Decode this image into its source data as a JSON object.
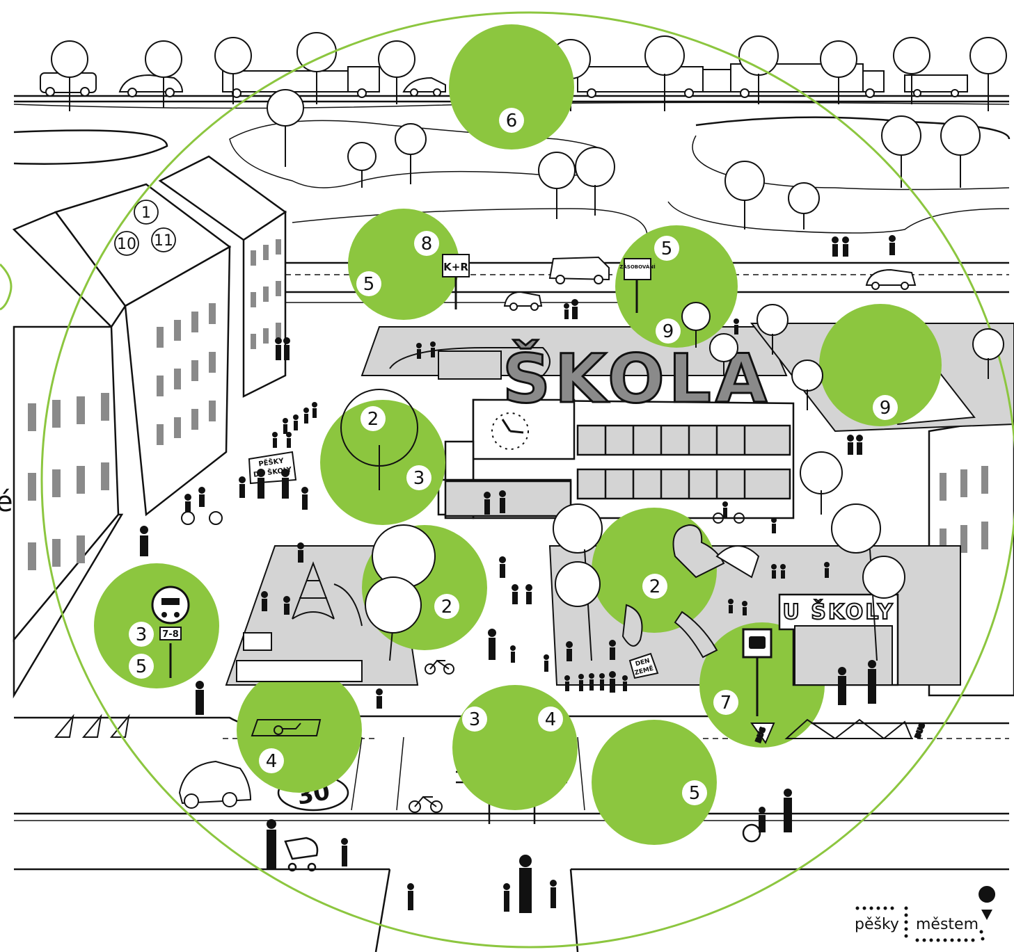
{
  "zones": [
    {
      "label": "6"
    },
    {
      "label": "8"
    },
    {
      "label": "5"
    },
    {
      "label": "5"
    },
    {
      "label": "9"
    },
    {
      "label": "2"
    },
    {
      "label": "3"
    },
    {
      "label": "2"
    },
    {
      "label": "2"
    },
    {
      "label": "9"
    },
    {
      "label": "3"
    },
    {
      "label": "5"
    },
    {
      "label": "4"
    },
    {
      "label": "3"
    },
    {
      "label": "4"
    },
    {
      "label": "5"
    },
    {
      "label": "7"
    }
  ],
  "building_labels": [
    "1",
    "10",
    "11"
  ],
  "school": {
    "title": "ŠKOLA",
    "shop_title": "U ŠKOLY"
  },
  "signs": {
    "kiss_and_ride": "K+R",
    "delivery": "ZÁSOBOVÁNÍ",
    "time_limit": "7-8",
    "march_banner_line1": "PĚŠKY",
    "march_banner_line2": "DO ŠKOLY",
    "earth_day_line1": "DEN",
    "earth_day_line2": "ZEMĚ",
    "speed_limit": "30",
    "bus_marking": "BUS"
  },
  "left_edge_text": "é",
  "brand": {
    "word1": "pěšky",
    "word2": "městem"
  },
  "colors": {
    "zone_green": "#8cc63f",
    "circle_outline": "#8cc63f",
    "ground_grey": "#d4d4d4",
    "ink": "#111111"
  }
}
